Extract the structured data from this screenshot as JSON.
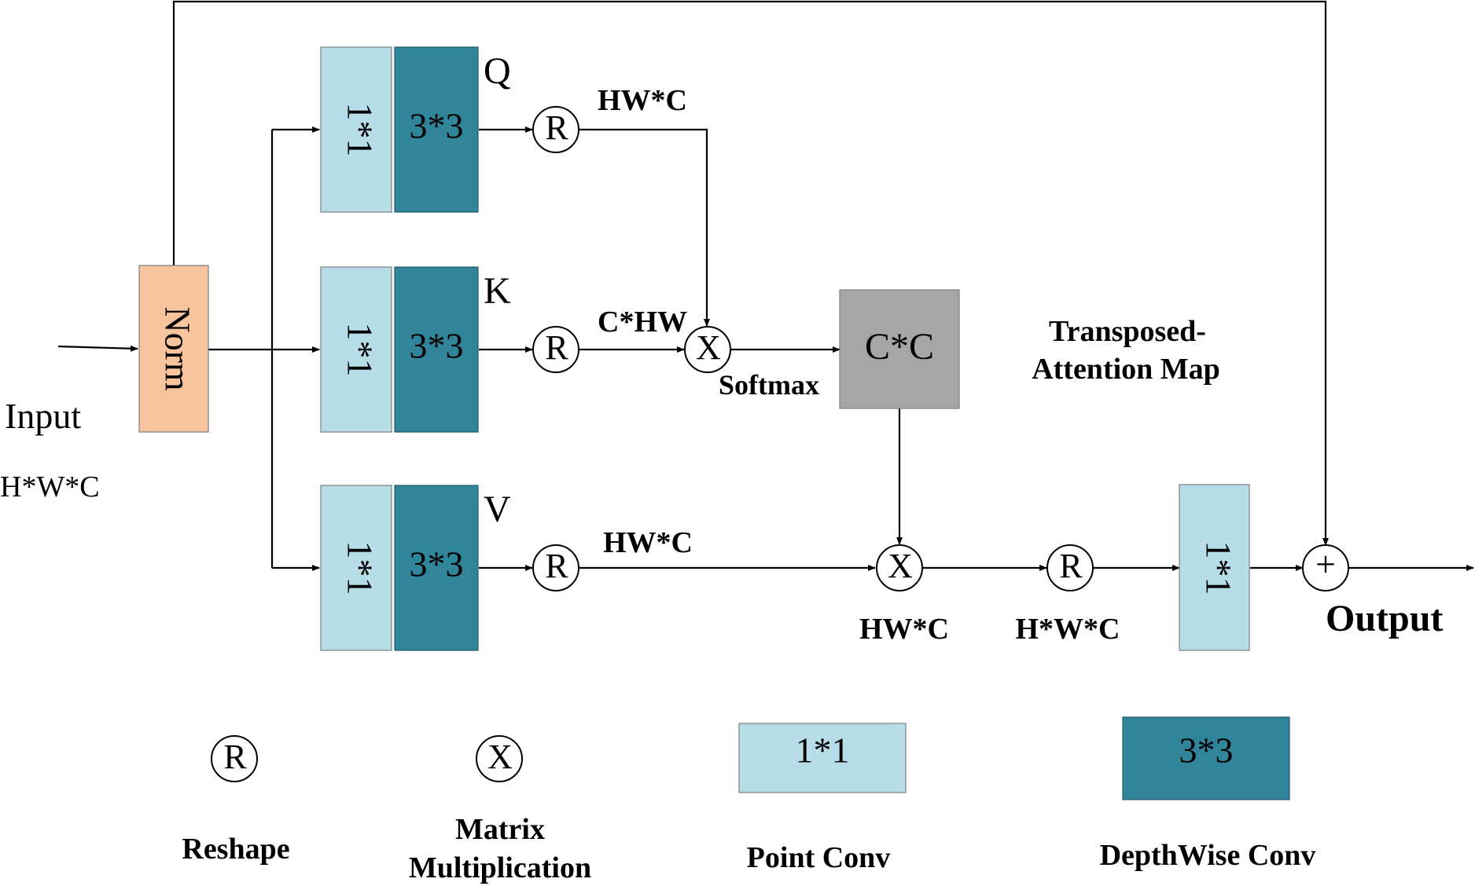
{
  "colors": {
    "norm_fill": "#f8c49d",
    "point_conv_fill": "#b7dee8",
    "depthwise_conv_fill": "#31859b",
    "attention_map_fill": "#a6a6a6",
    "line": "#000000"
  },
  "input": {
    "label": "Input",
    "shape": "H*W*C"
  },
  "norm": {
    "label": "Norm"
  },
  "branches": {
    "q": {
      "tag": "Q",
      "point_conv": "1*1",
      "depthwise_conv": "3*3",
      "reshape": "R",
      "shape": "HW*C"
    },
    "k": {
      "tag": "K",
      "point_conv": "1*1",
      "depthwise_conv": "3*3",
      "reshape": "R",
      "shape": "C*HW"
    },
    "v": {
      "tag": "V",
      "point_conv": "1*1",
      "depthwise_conv": "3*3",
      "reshape": "R",
      "shape": "HW*C"
    }
  },
  "attention": {
    "matmul": "X",
    "softmax": "Softmax",
    "map_label": "C*C",
    "title_line1": "Transposed-",
    "title_line2": "Attention Map"
  },
  "output_path": {
    "matmul": "X",
    "matmul_shape": "HW*C",
    "reshape": "R",
    "reshape_shape": "H*W*C",
    "point_conv": "1*1",
    "add": "+",
    "label": "Output"
  },
  "legend": {
    "reshape_symbol": "R",
    "reshape_label": "Reshape",
    "matmul_symbol": "X",
    "matmul_label_line1": "Matrix",
    "matmul_label_line2": "Multiplication",
    "point_conv_symbol": "1*1",
    "point_conv_label": "Point Conv",
    "depthwise_symbol": "3*3",
    "depthwise_label": "DepthWise Conv"
  }
}
